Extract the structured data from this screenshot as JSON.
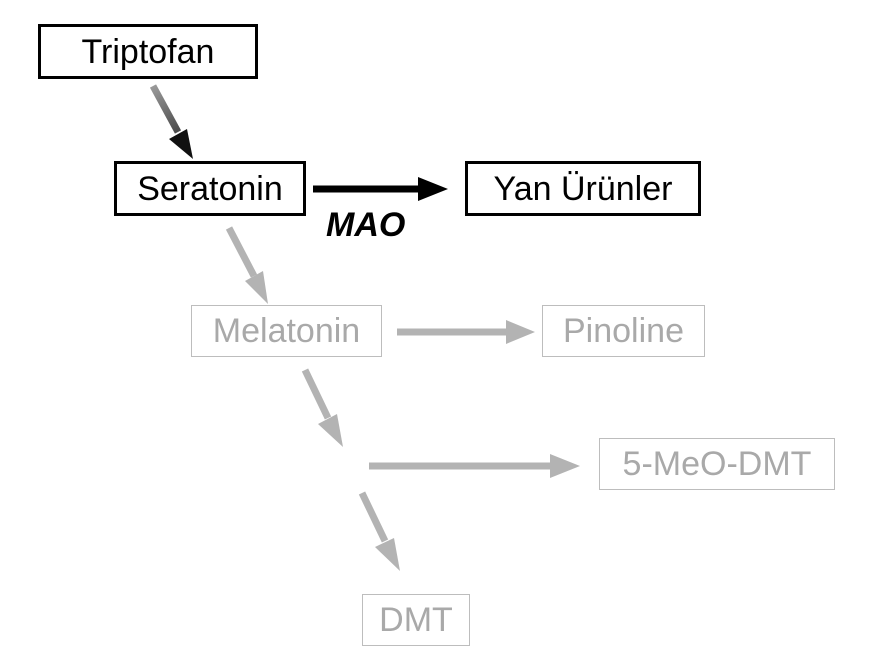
{
  "diagram": {
    "nodes": {
      "triptofan": "Triptofan",
      "seratonin": "Seratonin",
      "yan_urunler": "Yan Ürünler",
      "melatonin": "Melatonin",
      "pinoline": "Pinoline",
      "five_meo_dmt": "5-MeO-DMT",
      "dmt": "DMT"
    },
    "enzyme_label": "MAO"
  },
  "colors": {
    "active": "#000000",
    "inactive_text": "#a9a9a9",
    "inactive_border": "#bdbdbd",
    "inactive_arrow": "#b3b3b3",
    "gradient_arrow_start": "#9a9a9a",
    "gradient_arrow_end": "#2b2b2b"
  }
}
